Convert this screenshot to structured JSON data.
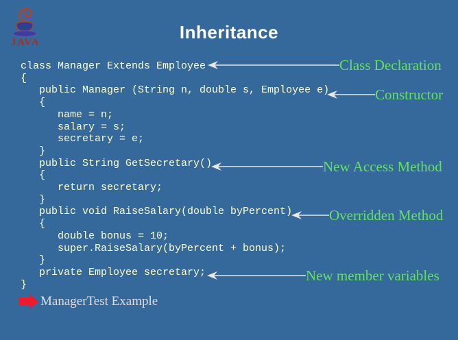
{
  "slide": {
    "title": "Inheritance",
    "logo": {
      "icon": "java-coffee-cup-logo",
      "text": "JAVA"
    },
    "code": {
      "text": "class Manager Extends Employee\n{\n   public Manager (String n, double s, Employee e)\n   {\n      name = n;\n      salary = s;\n      secretary = e;\n   }\n   public String GetSecretary()\n   {\n      return secretary;\n   }\n   public void RaiseSalary(double byPercent)\n   {\n      double bonus = 10;\n      super.RaiseSalary(byPercent + bonus);\n   }\n   private Employee secretary;\n}",
      "color": "#FFFFCC"
    },
    "annotations": [
      {
        "label": "Class Declaration",
        "icon": "left-arrow"
      },
      {
        "label": "Constructor",
        "icon": "left-arrow"
      },
      {
        "label": "New Access Method",
        "icon": "left-arrow"
      },
      {
        "label": "Overridden Method",
        "icon": "left-arrow"
      },
      {
        "label": "New member variables",
        "icon": "left-arrow"
      }
    ],
    "footer": {
      "label": "ManagerTest Example",
      "icon": "right-block-arrow"
    },
    "colors": {
      "background": "#35689B",
      "title_text": "#FFFFFF",
      "code_text": "#FFFFCC",
      "annotation_text": "#63E163",
      "annotation_arrow": "#E8E8E8",
      "footer_arrow": "#ED1B2F",
      "footer_text": "#DEDEE2"
    }
  }
}
